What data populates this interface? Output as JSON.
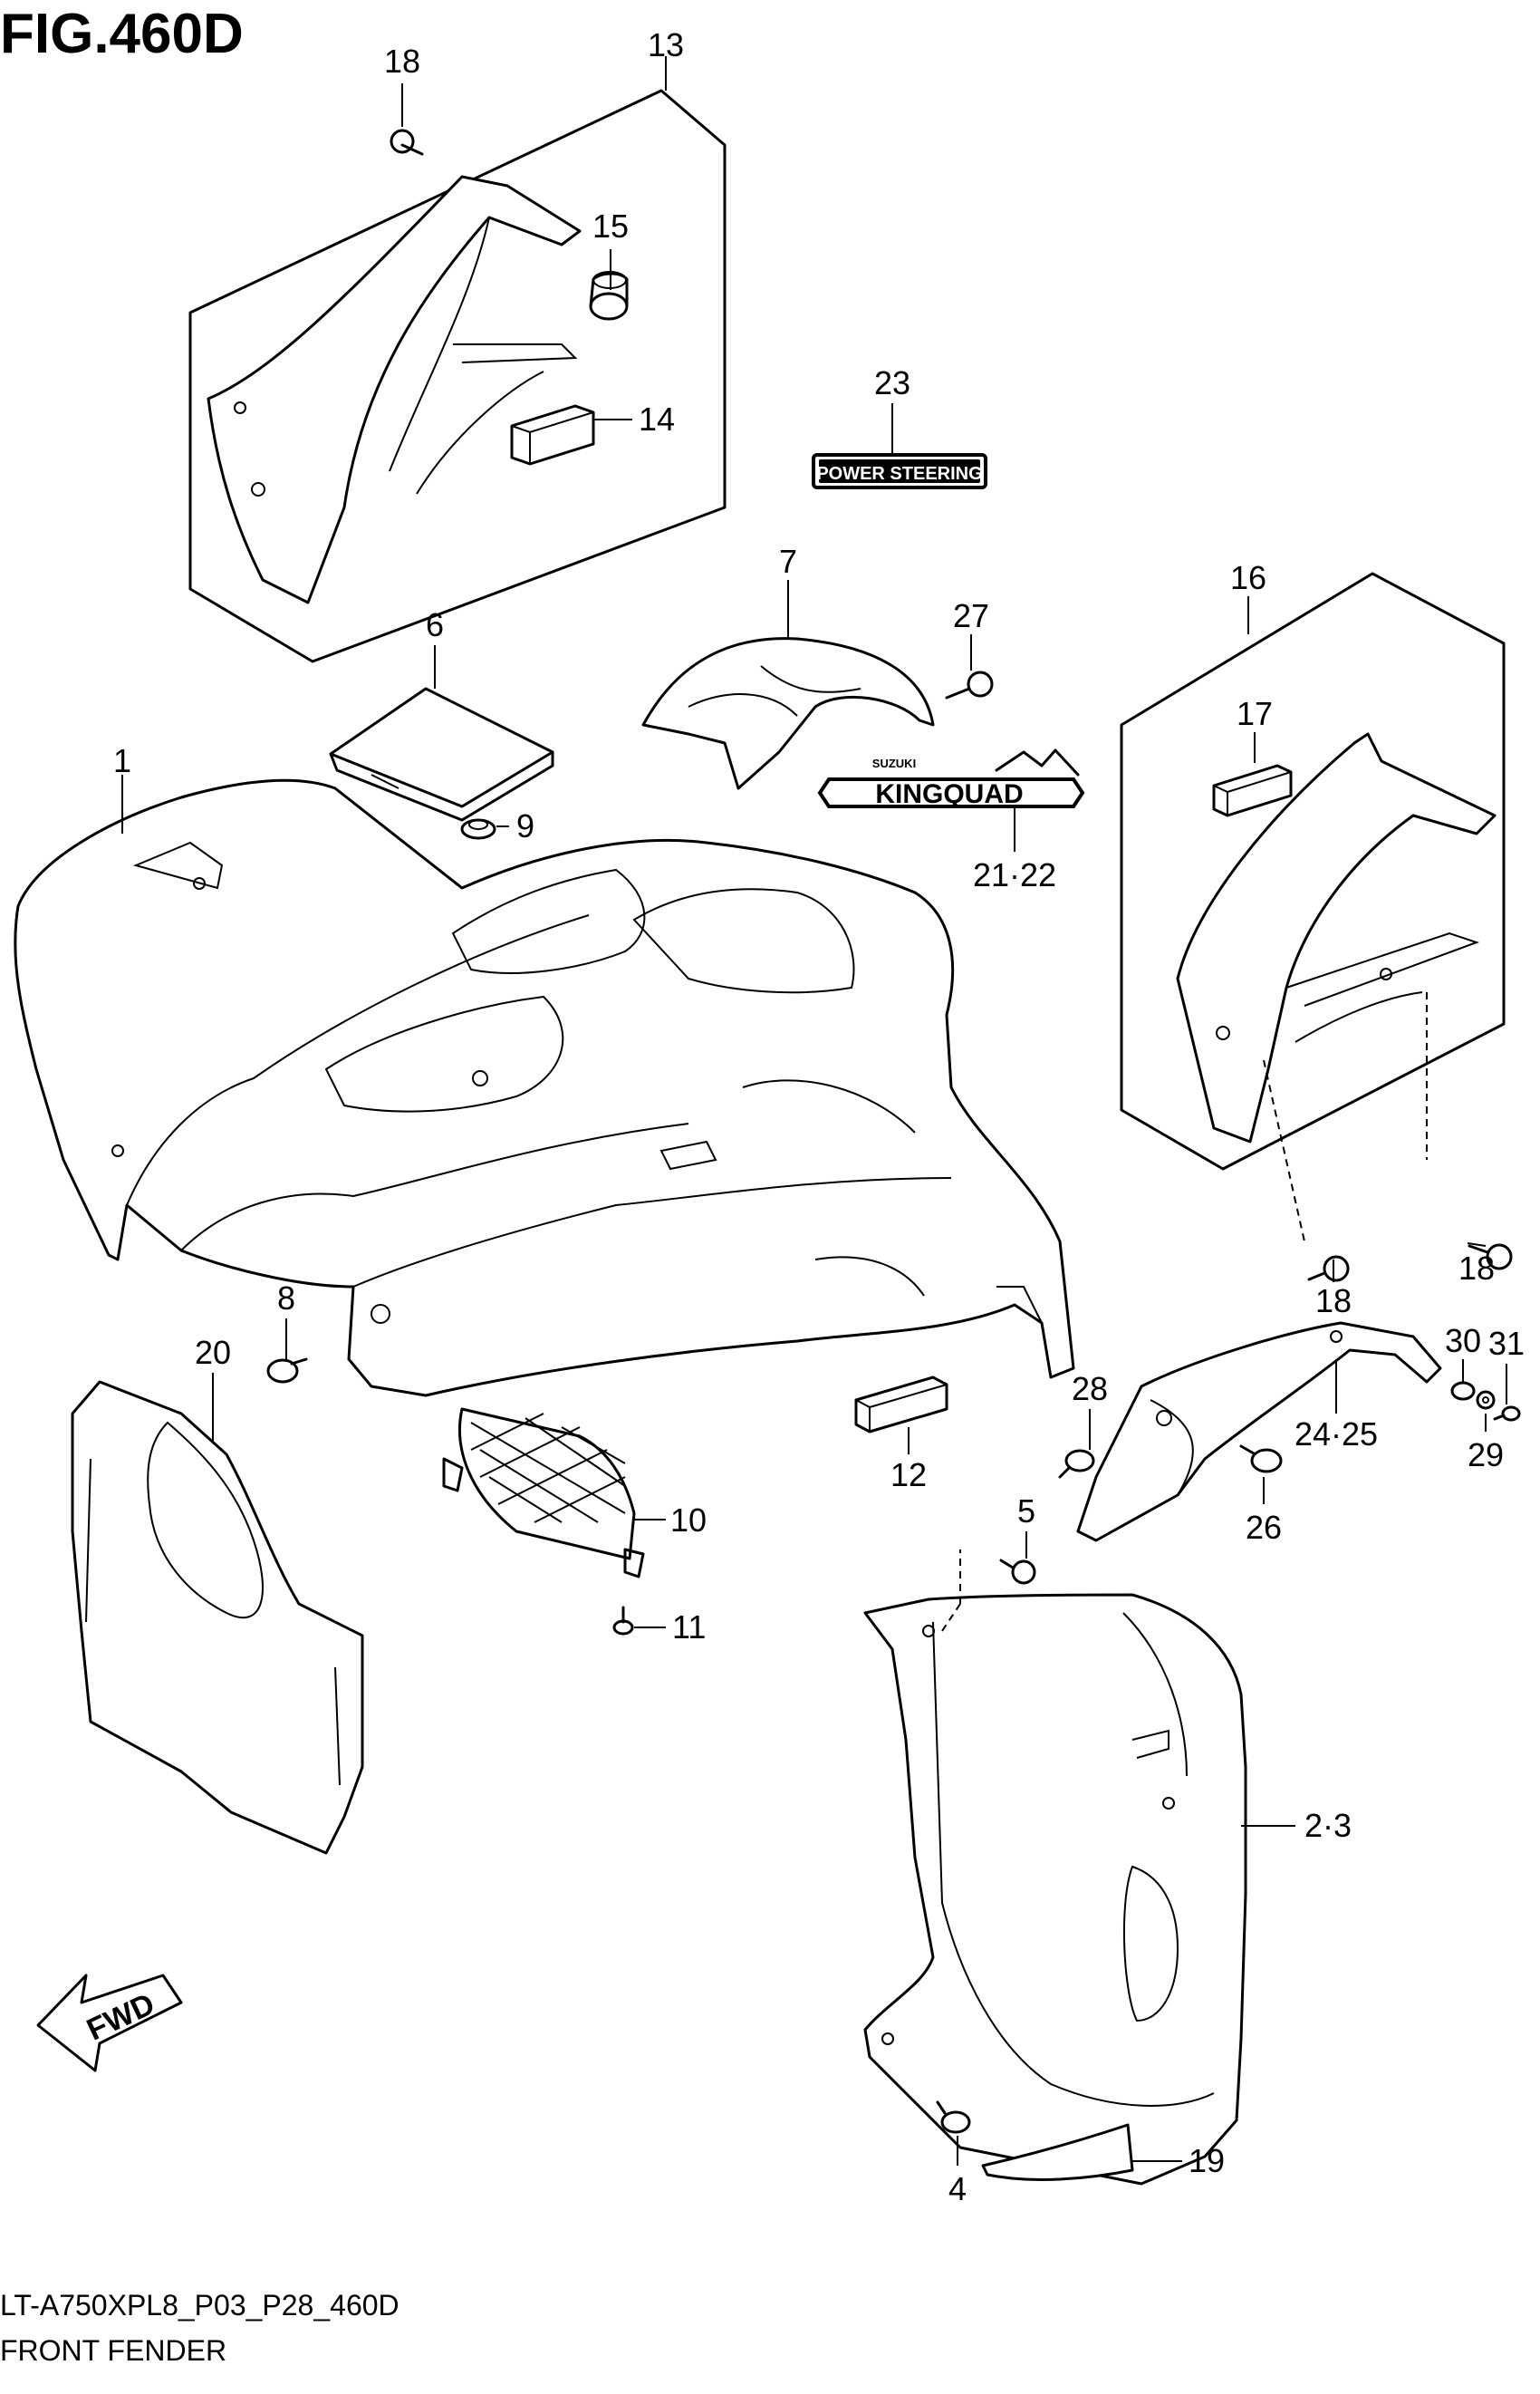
{
  "figure": {
    "title": "FIG.460D",
    "code": "LT-A750XPL8_P03_P28_460D",
    "caption": "FRONT FENDER"
  },
  "callouts": [
    "18",
    "13",
    "15",
    "14",
    "23",
    "7",
    "27",
    "6",
    "1",
    "9",
    "21·22",
    "16",
    "17",
    "18",
    "18",
    "8",
    "20",
    "10",
    "11",
    "12",
    "28",
    "30",
    "31",
    "24·25",
    "29",
    "5",
    "26",
    "2·3",
    "19",
    "4"
  ],
  "decals": {
    "power_steering": "POWER STEERING",
    "kingquad": "KINGQUAD",
    "kingquad_brand": "SUZUKI"
  },
  "fwd_label": "FWD"
}
